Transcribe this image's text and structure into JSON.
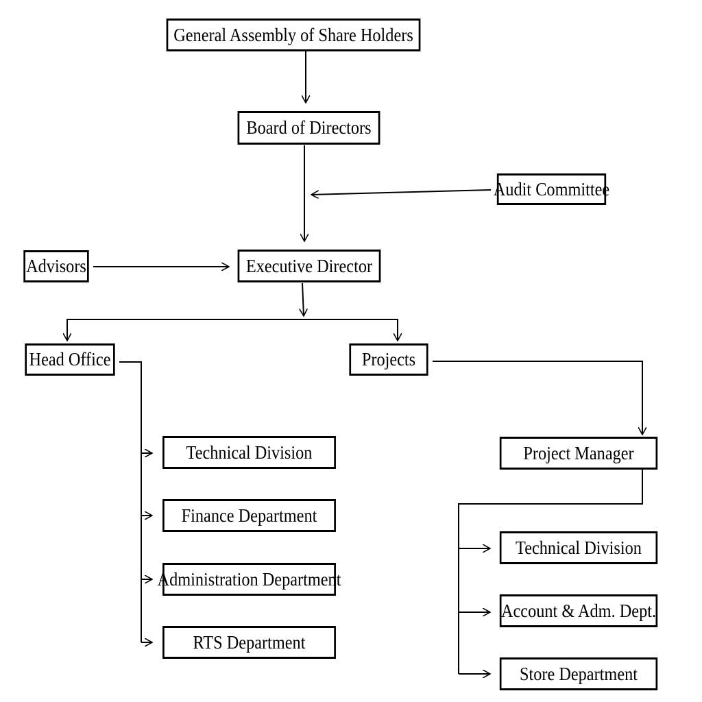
{
  "diagram": {
    "nodes": {
      "general_assembly": "General Assembly of Share Holders",
      "board_of_directors": "Board of Directors",
      "audit_committee": "Audit Committee",
      "advisors": "Advisors",
      "executive_director": "Executive Director",
      "head_office": "Head Office",
      "projects": "Projects",
      "ho_technical_division": "Technical Division",
      "ho_finance_department": "Finance Department",
      "ho_administration_department": "Administration Department",
      "ho_rts_department": "RTS Department",
      "project_manager": "Project Manager",
      "pm_technical_division": "Technical Division",
      "pm_account_adm_dept": "Account & Adm. Dept.",
      "pm_store_department": "Store Department"
    },
    "edges": [
      {
        "from": "general_assembly",
        "to": "board_of_directors"
      },
      {
        "from": "board_of_directors",
        "to": "executive_director"
      },
      {
        "from": "audit_committee",
        "to": "board_of_directors"
      },
      {
        "from": "advisors",
        "to": "executive_director"
      },
      {
        "from": "executive_director",
        "to": "head_office"
      },
      {
        "from": "executive_director",
        "to": "projects"
      },
      {
        "from": "head_office",
        "to": "ho_technical_division"
      },
      {
        "from": "head_office",
        "to": "ho_finance_department"
      },
      {
        "from": "head_office",
        "to": "ho_administration_department"
      },
      {
        "from": "head_office",
        "to": "ho_rts_department"
      },
      {
        "from": "projects",
        "to": "project_manager"
      },
      {
        "from": "project_manager",
        "to": "pm_technical_division"
      },
      {
        "from": "project_manager",
        "to": "pm_account_adm_dept"
      },
      {
        "from": "project_manager",
        "to": "pm_store_department"
      }
    ]
  }
}
